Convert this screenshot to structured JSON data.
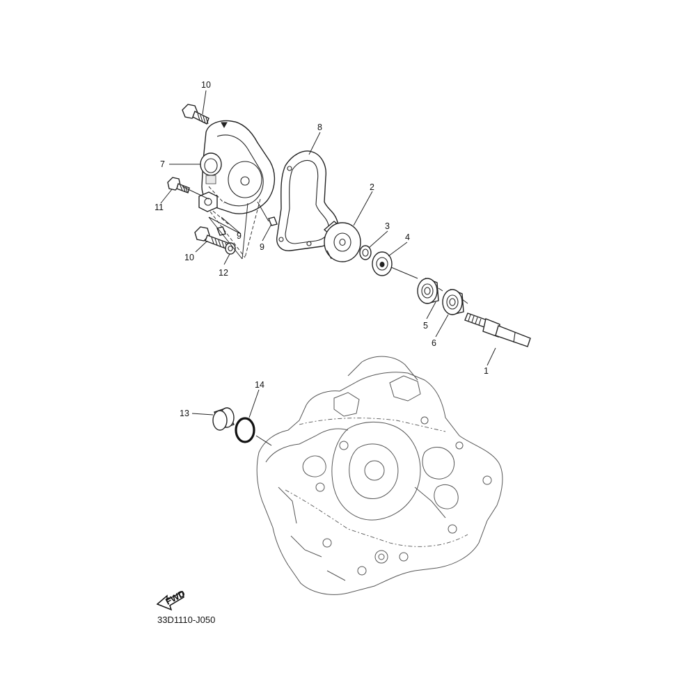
{
  "diagram": {
    "code": "33D1110-J050",
    "fwd_label": "FWD",
    "callouts": [
      {
        "id": "c1",
        "text": "1"
      },
      {
        "id": "c2",
        "text": "2"
      },
      {
        "id": "c3",
        "text": "3"
      },
      {
        "id": "c4",
        "text": "4"
      },
      {
        "id": "c5",
        "text": "5"
      },
      {
        "id": "c6",
        "text": "6"
      },
      {
        "id": "c7",
        "text": "7"
      },
      {
        "id": "c8",
        "text": "8"
      },
      {
        "id": "c9a",
        "text": "9"
      },
      {
        "id": "c9b",
        "text": "9"
      },
      {
        "id": "c10a",
        "text": "10"
      },
      {
        "id": "c10b",
        "text": "10"
      },
      {
        "id": "c11",
        "text": "11"
      },
      {
        "id": "c12",
        "text": "12"
      },
      {
        "id": "c13",
        "text": "13"
      },
      {
        "id": "c14",
        "text": "14"
      }
    ]
  }
}
